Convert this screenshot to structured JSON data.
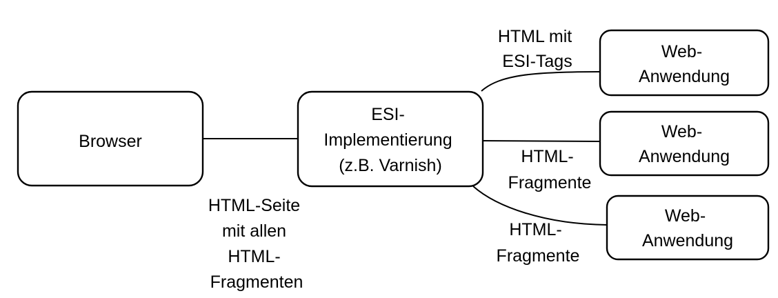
{
  "nodes": {
    "browser": {
      "lines": [
        "Browser"
      ]
    },
    "esi": {
      "lines": [
        "ESI-",
        "Implementierung",
        "(z.B. Varnish)"
      ]
    },
    "web1": {
      "lines": [
        "Web-",
        "Anwendung"
      ]
    },
    "web2": {
      "lines": [
        "Web-",
        "Anwendung"
      ]
    },
    "web3": {
      "lines": [
        "Web-",
        "Anwendung"
      ]
    }
  },
  "edges": {
    "browser_esi": {
      "lines": [
        "HTML-Seite",
        "mit allen",
        "HTML-",
        "Fragmenten"
      ]
    },
    "esi_web1": {
      "lines": [
        "HTML mit",
        "ESI-Tags"
      ]
    },
    "esi_web2": {
      "lines": [
        "HTML-",
        "Fragmente"
      ]
    },
    "esi_web3": {
      "lines": [
        "HTML-",
        "Fragmente"
      ]
    }
  },
  "colors": {
    "stroke": "#000000",
    "fill": "#ffffff",
    "text": "#000000"
  }
}
